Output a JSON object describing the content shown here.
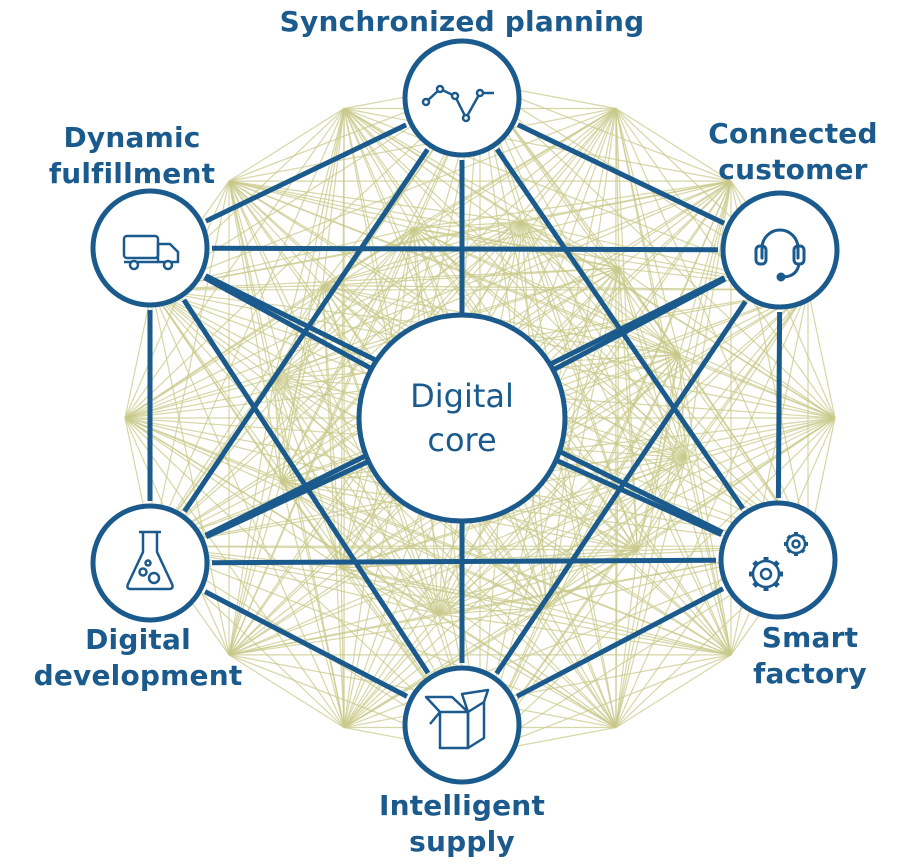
{
  "colors": {
    "primary": "#1b5a8c",
    "mesh": "#c9c98a",
    "background": "#ffffff"
  },
  "core": {
    "line1": "Digital",
    "line2": "core"
  },
  "nodes": [
    {
      "id": "synchronized-planning",
      "icon": "line-chart-icon",
      "label_lines": [
        "Synchronized planning"
      ]
    },
    {
      "id": "connected-customer",
      "icon": "headset-icon",
      "label_lines": [
        "Connected",
        "customer"
      ]
    },
    {
      "id": "smart-factory",
      "icon": "gears-icon",
      "label_lines": [
        "Smart",
        "factory"
      ]
    },
    {
      "id": "intelligent-supply",
      "icon": "box-icon",
      "label_lines": [
        "Intelligent",
        "supply"
      ]
    },
    {
      "id": "digital-development",
      "icon": "flask-icon",
      "label_lines": [
        "Digital",
        "development"
      ]
    },
    {
      "id": "dynamic-fulfillment",
      "icon": "truck-icon",
      "label_lines": [
        "Dynamic",
        "fulfillment"
      ]
    }
  ]
}
